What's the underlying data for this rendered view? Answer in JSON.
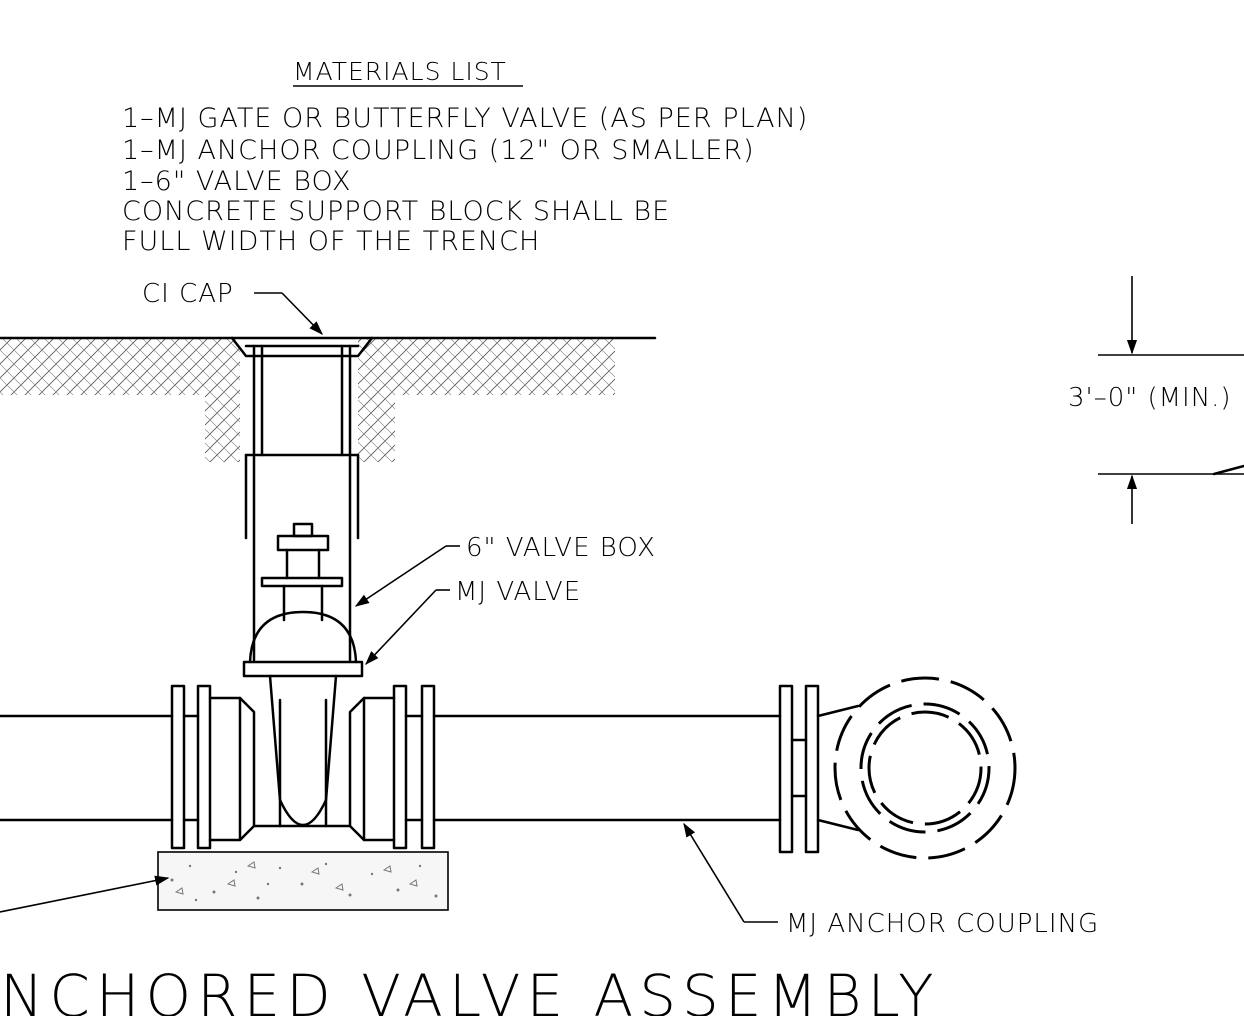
{
  "materials": {
    "heading": "MATERIALS LIST",
    "lines": [
      "1–MJ GATE OR BUTTERFLY VALVE (AS PER PLAN)",
      "1–MJ ANCHOR COUPLING (12\" OR SMALLER)",
      "1–6\" VALVE BOX",
      "CONCRETE SUPPORT BLOCK SHALL BE",
      "FULL WIDTH OF THE TRENCH"
    ]
  },
  "callouts": {
    "ci_cap": "CI CAP",
    "valve_box": "6\" VALVE BOX",
    "mj_valve": "MJ VALVE",
    "anchor_coupling": "MJ ANCHOR COUPLING",
    "cover_depth": "3'–0\" (MIN.)"
  },
  "title": "NCHORED VALVE ASSEMBLY"
}
